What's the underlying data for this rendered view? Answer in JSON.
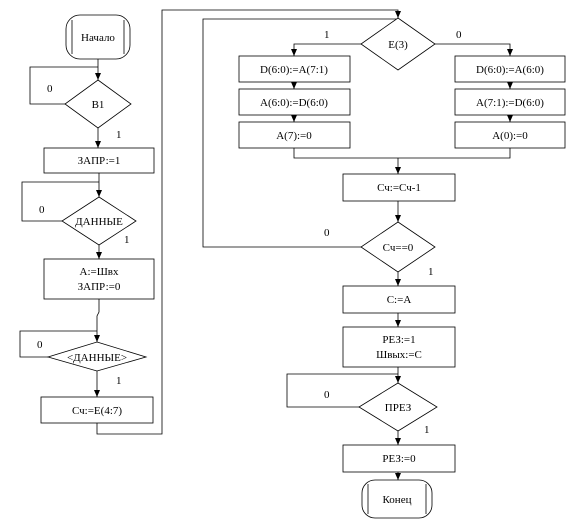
{
  "nodes": {
    "start": "Начало",
    "b1": "B1",
    "zapr1": "ЗАПР:=1",
    "dannye": "ДАННЫЕ",
    "a_shvh_1": "A:=Швх",
    "a_shvh_2": "ЗАПР:=0",
    "not_dannye": "<ДАННЫЕ>",
    "sch_init": "Сч:=E(4:7)",
    "e3": "E(3)",
    "d60_a71": "D(6:0):=A(7:1)",
    "a60_d60": "A(6:0):=D(6:0)",
    "a7_0": "A(7):=0",
    "d60_a60": "D(6:0):=A(6:0)",
    "a71_d60": "A(7:1):=D(6:0)",
    "a0_0": "A(0):=0",
    "sch_dec": "Сч:=Сч-1",
    "sch_zero": "Сч==0",
    "c_a": "C:=A",
    "rez1_1": "РЕЗ:=1",
    "rez1_2": "Швых:=C",
    "prez": "ПРЕЗ",
    "rez0": "РЕЗ:=0",
    "end": "Конец"
  },
  "edges": {
    "b1_no": "0",
    "b1_yes": "1",
    "dannye_no": "0",
    "dannye_yes": "1",
    "not_dannye_no": "0",
    "not_dannye_yes": "1",
    "e3_left": "1",
    "e3_right": "0",
    "sch_zero_no": "0",
    "sch_zero_yes": "1",
    "prez_no": "0",
    "prez_yes": "1"
  }
}
